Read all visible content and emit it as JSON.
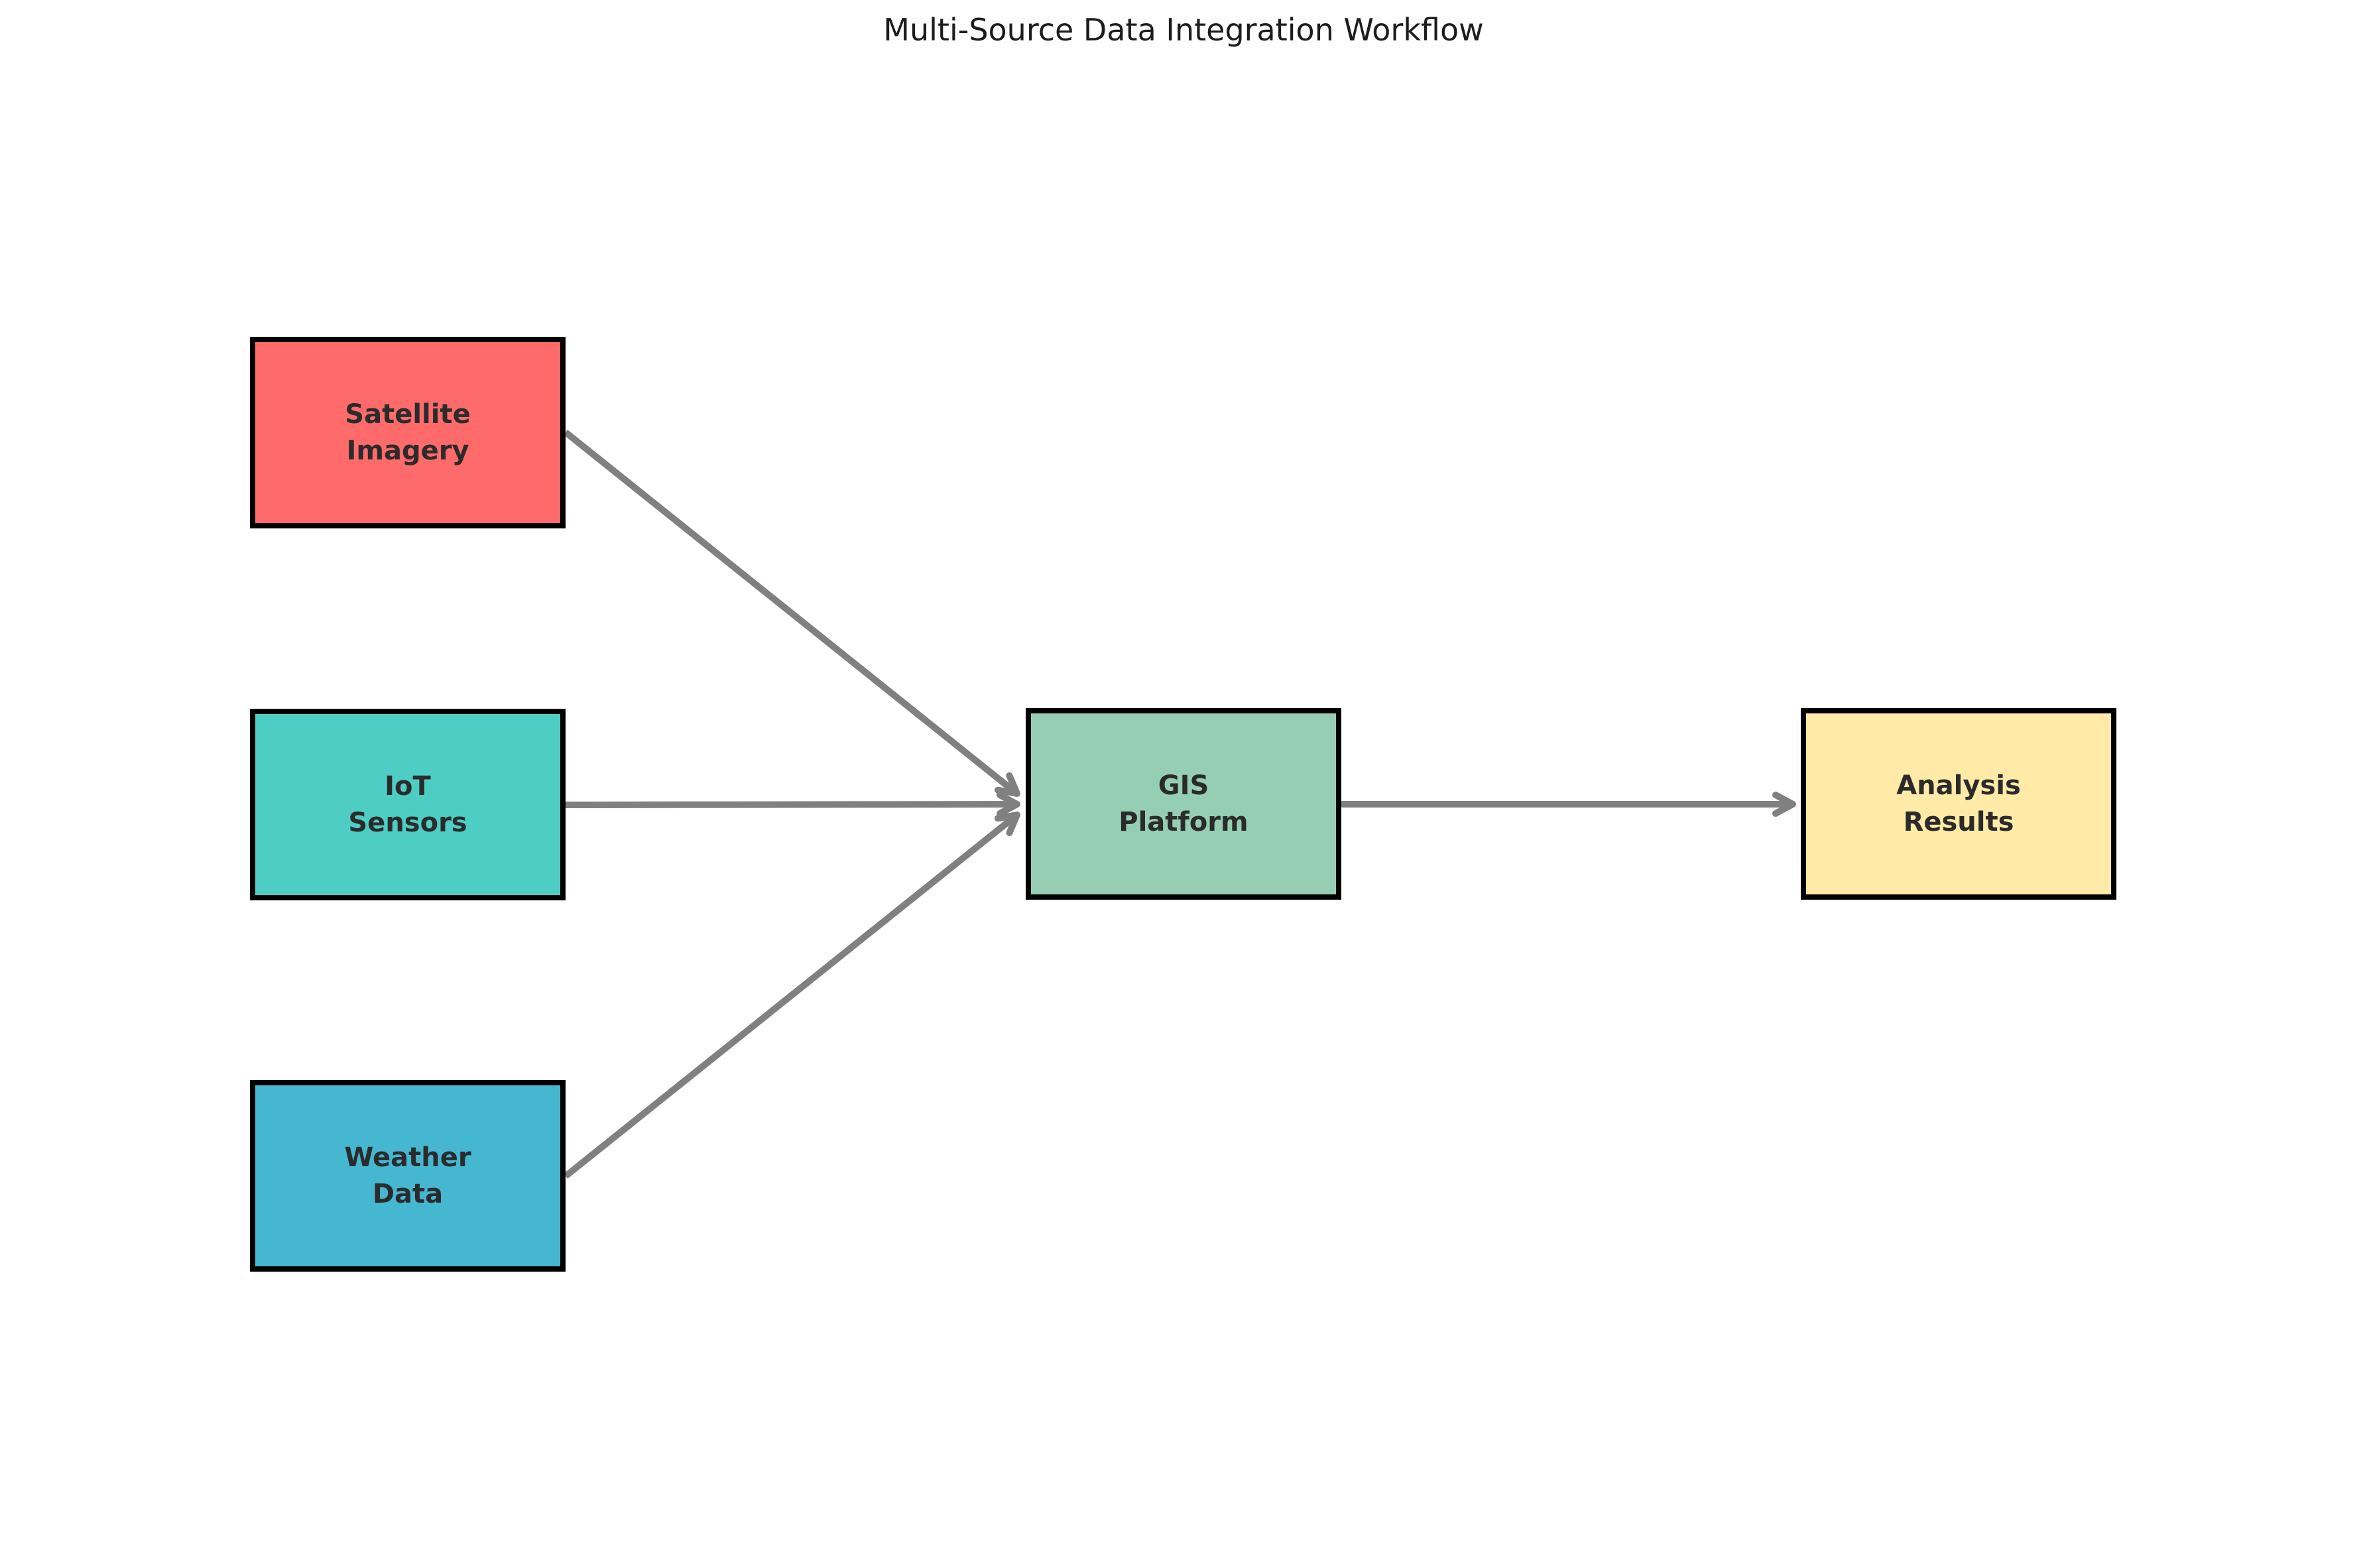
{
  "title": "Multi-Source Data Integration Workflow",
  "diagram": {
    "background": "#ffffff",
    "title_color": "#1c1c1c",
    "text_color": "#2b2b2b",
    "border_color": "#000000",
    "arrow_color": "#808080",
    "nodes": [
      {
        "id": "satellite-imagery",
        "label": "Satellite Imagery",
        "lines": [
          "Satellite",
          "Imagery"
        ],
        "color": "#FF6B6B"
      },
      {
        "id": "iot-sensors",
        "label": "IoT Sensors",
        "lines": [
          "IoT",
          "Sensors"
        ],
        "color": "#4ECDC4"
      },
      {
        "id": "weather-data",
        "label": "Weather Data",
        "lines": [
          "Weather",
          "Data"
        ],
        "color": "#45B7D1"
      },
      {
        "id": "gis-platform",
        "label": "GIS Platform",
        "lines": [
          "GIS",
          "Platform"
        ],
        "color": "#96CEB4"
      },
      {
        "id": "analysis-results",
        "label": "Analysis Results",
        "lines": [
          "Analysis",
          "Results"
        ],
        "color": "#FFEAA7"
      }
    ],
    "edges": [
      {
        "from": "Satellite Imagery",
        "to": "GIS Platform"
      },
      {
        "from": "IoT Sensors",
        "to": "GIS Platform"
      },
      {
        "from": "Weather Data",
        "to": "GIS Platform"
      },
      {
        "from": "GIS Platform",
        "to": "Analysis Results"
      }
    ]
  }
}
